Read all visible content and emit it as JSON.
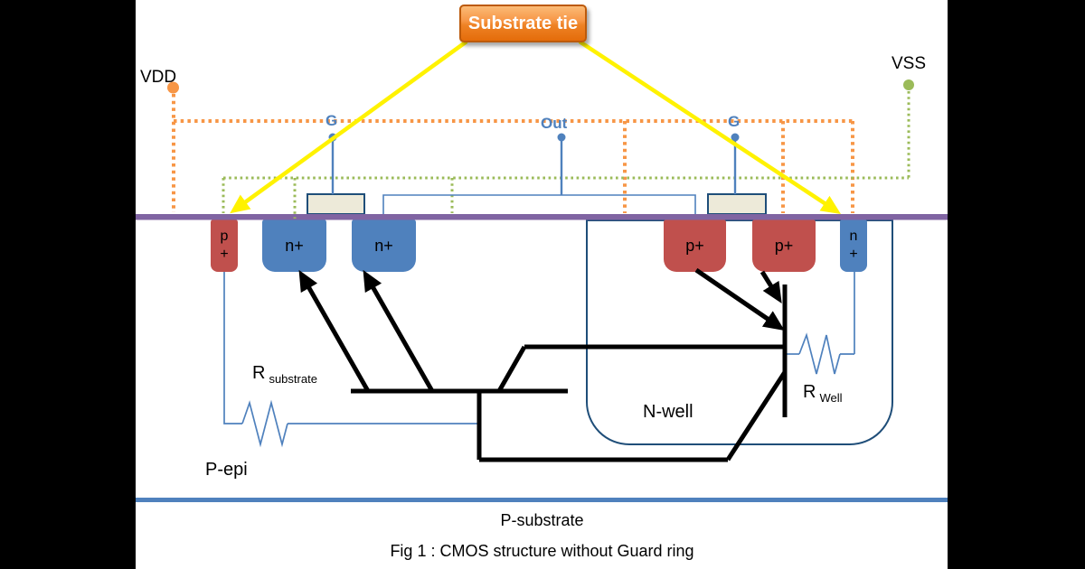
{
  "nodes": {
    "vdd": "VDD",
    "vss": "VSS",
    "substrate_tie": "Substrate tie",
    "gate_left": "G",
    "out": "Out",
    "gate_right": "G"
  },
  "regions": {
    "p_plus_tie": "p\n+",
    "n_plus_source": "n+",
    "n_plus_drain": "n+",
    "p_plus_drain": "p+",
    "p_plus_source": "p+",
    "n_plus_well_tap": "n\n+",
    "n_well": "N-well",
    "p_epi": "P-epi",
    "p_substrate": "P-substrate"
  },
  "resistors": {
    "substrate": {
      "symbol": "R",
      "subscript": "substrate"
    },
    "well": {
      "symbol": "R",
      "subscript": "Well"
    }
  },
  "canvas": {
    "caption": "Fig 1 : CMOS structure without Guard ring"
  },
  "colors": {
    "orange": "#F79646",
    "green": "#9BBB59",
    "blue": "#4F81BD",
    "purple": "#8064A2",
    "red": "#C0504D",
    "navy": "#1F4E79",
    "yellow": "#FFF200",
    "gate_fill": "#EDEAD9",
    "substrate_line": "#4F81BD"
  }
}
